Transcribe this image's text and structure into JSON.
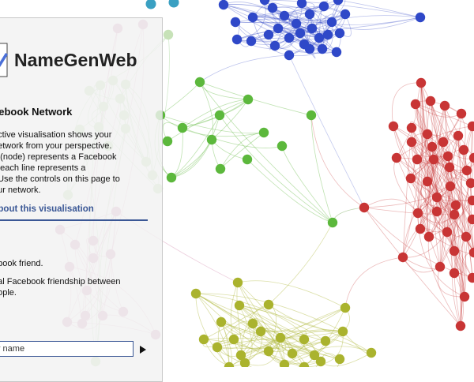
{
  "app": {
    "title": "NameGenWeb"
  },
  "panel": {
    "network_title": "cebook Network",
    "intro_lines": [
      "active visualisation shows your",
      "network from your perspective.",
      "e (node) represents a Facebook",
      "d each line represents a",
      ". Use the controls on this page to",
      "our network."
    ],
    "about_link": "about this visualisation",
    "key_title": ":",
    "key_node": "ebook friend.",
    "key_edge_lines": [
      "ual Facebook friendship between",
      "eople."
    ],
    "search": {
      "value": "y name",
      "placeholder": "y name"
    }
  },
  "icons": {
    "logo": "namegenweb-logo-icon",
    "go": "play-arrow-icon"
  },
  "colors": {
    "blue": "#2f48c8",
    "green": "#5cb83c",
    "red": "#c83535",
    "olive": "#aab32e",
    "pink": "#d9a4c2",
    "link": "#3a5795"
  }
}
